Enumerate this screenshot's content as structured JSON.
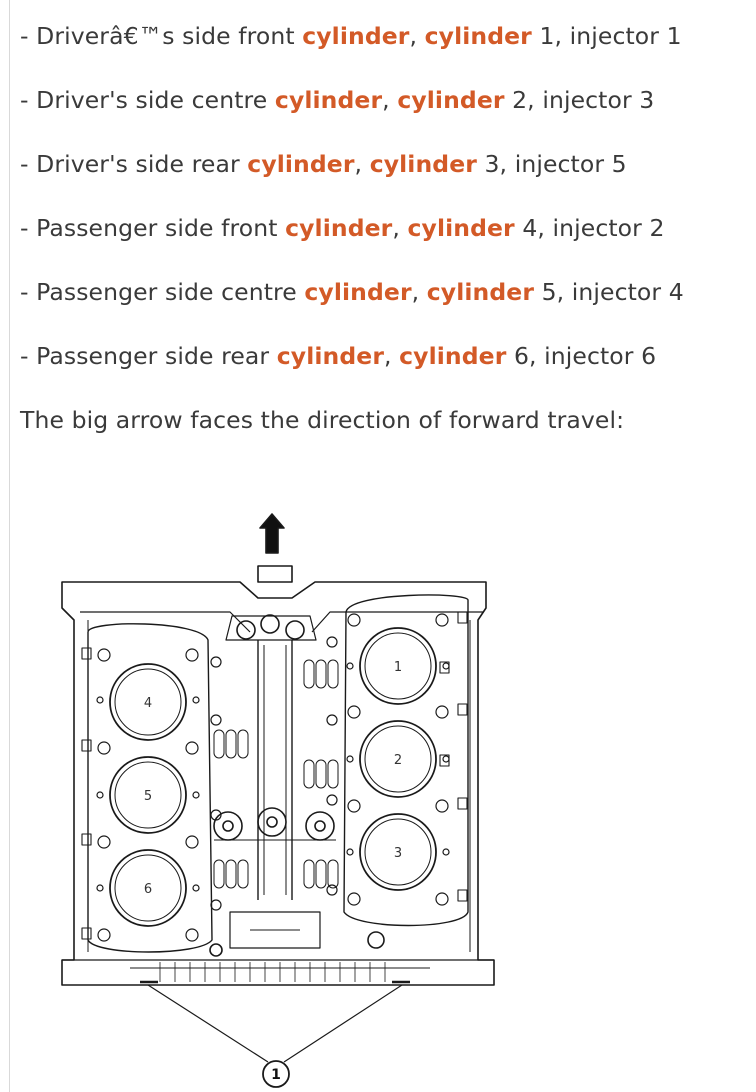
{
  "lines": [
    {
      "prefix": "- Driverâ€™s side front ",
      "kw1": "cylinder",
      "sep": ", ",
      "kw2": "cylinder",
      "suffix": " 1, injector 1"
    },
    {
      "prefix": "- Driver's side centre ",
      "kw1": "cylinder",
      "sep": ", ",
      "kw2": "cylinder",
      "suffix": " 2, injector 3"
    },
    {
      "prefix": "- Driver's side rear ",
      "kw1": "cylinder",
      "sep": ", ",
      "kw2": "cylinder",
      "suffix": " 3, injector 5"
    },
    {
      "prefix": "- Passenger side front ",
      "kw1": "cylinder",
      "sep": ", ",
      "kw2": "cylinder",
      "suffix": " 4, injector 2"
    },
    {
      "prefix": "- Passenger side centre ",
      "kw1": "cylinder",
      "sep": ", ",
      "kw2": "cylinder",
      "suffix": " 5, injector 4"
    },
    {
      "prefix": "- Passenger side rear ",
      "kw1": "cylinder",
      "sep": ", ",
      "kw2": "cylinder",
      "suffix": " 6, injector 6"
    }
  ],
  "caption": "The big arrow faces the direction of forward travel:",
  "diagram": {
    "cylinders": {
      "c1": "1",
      "c2": "2",
      "c3": "3",
      "c4": "4",
      "c5": "5",
      "c6": "6"
    },
    "callout": "1"
  },
  "colors": {
    "highlight": "#d35a27",
    "text": "#3a3a3a"
  }
}
